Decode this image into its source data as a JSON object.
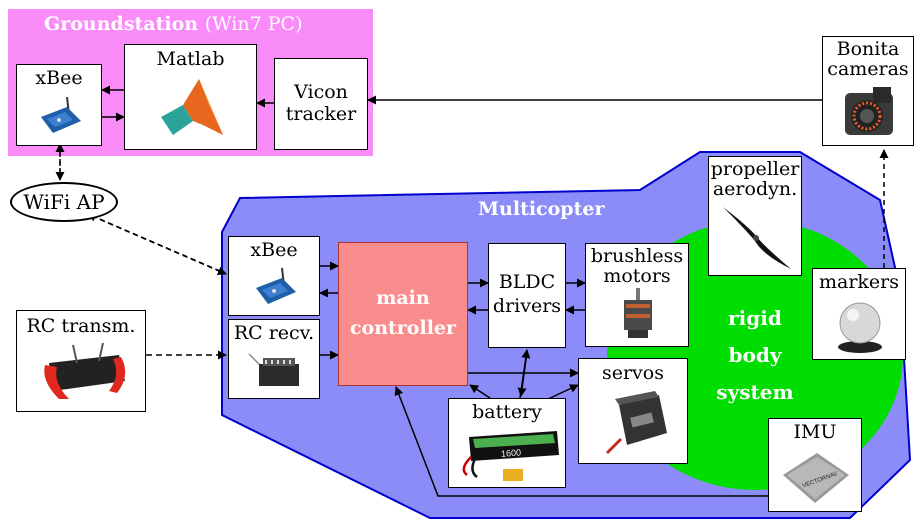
{
  "groundstation": {
    "title": "Groundstation",
    "subtitle": "(Win7 PC)",
    "color": "#f98cf9"
  },
  "multicopter": {
    "title": "Multicopter",
    "color": "#8c8cf9",
    "border": "#0000cc"
  },
  "rigid_body": {
    "label_lines": [
      "rigid",
      "body",
      "system"
    ],
    "color": "#00dd00"
  },
  "nodes": {
    "xbee_ground": "xBee",
    "matlab": "Matlab",
    "vicon": [
      "Vicon",
      "tracker"
    ],
    "bonita": [
      "Bonita",
      "cameras"
    ],
    "wifi_ap": "WiFi AP",
    "rc_transm": "RC transm.",
    "xbee_copter": "xBee",
    "rc_recv": "RC recv.",
    "main_controller": [
      "main",
      "controller"
    ],
    "bldc": [
      "BLDC",
      "drivers"
    ],
    "brushless": [
      "brushless",
      "motors"
    ],
    "propeller": [
      "propeller",
      "aerodyn."
    ],
    "markers": "markers",
    "servos": "servos",
    "battery": "battery",
    "imu": "IMU"
  },
  "icon_text": {
    "battery_label": "1600",
    "imu_label": "VECTORNAV"
  },
  "colors": {
    "main_controller": "#f98c8c",
    "matlab_orange": "#e8661d",
    "matlab_teal": "#2aa39a",
    "battery_green": "#4caf50",
    "rc_red": "#e0281e"
  }
}
